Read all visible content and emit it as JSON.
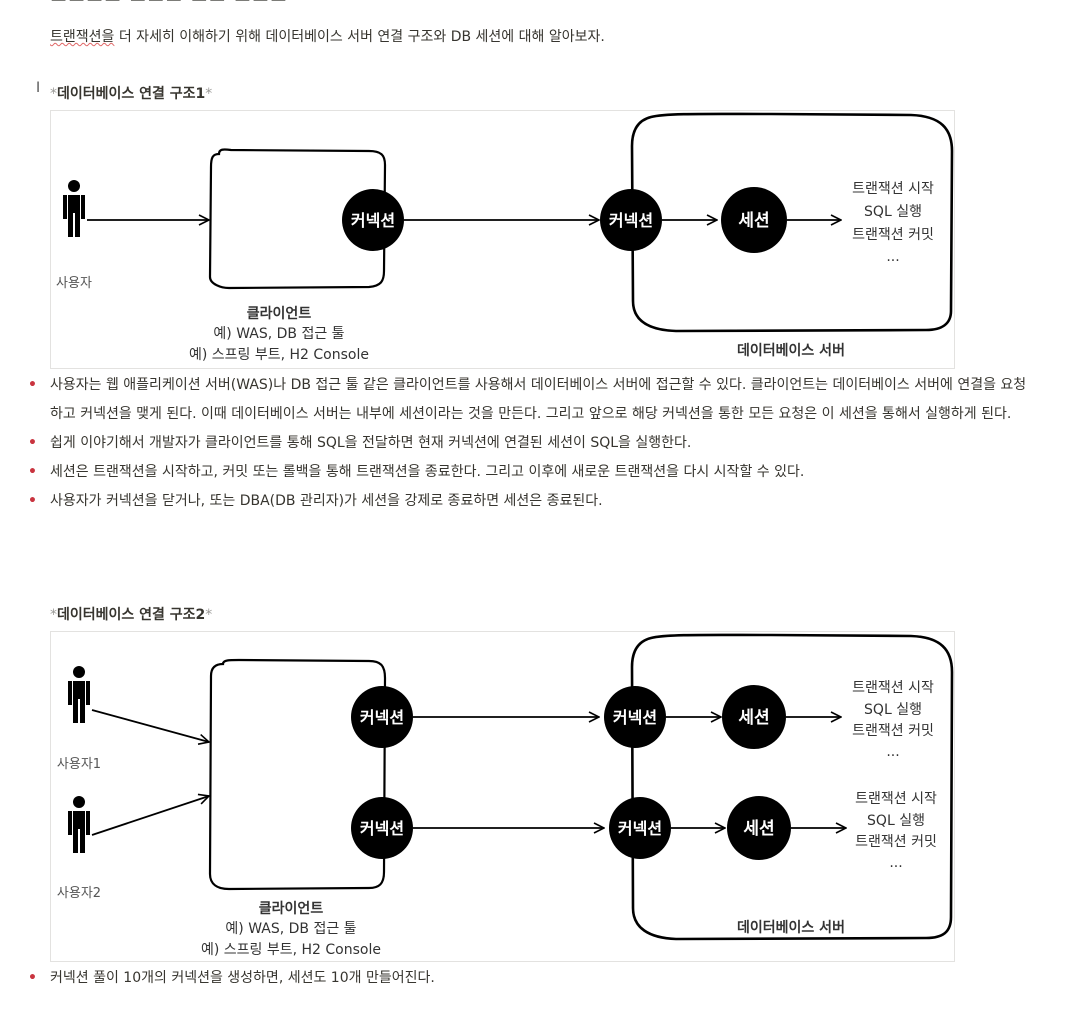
{
  "intro": {
    "squiggle_word": "트랜잭션을",
    "rest": " 더 자세히 이해하기 위해 데이터베이스 서버 연결 구조와 DB 세션에 대해 알아보자."
  },
  "figure1": {
    "caption": "데이터베이스 연결 구조1",
    "user_label": "사용자",
    "client_title": "클라이언트",
    "client_line1": "예) WAS, DB 접근 툴",
    "client_line2": "예) 스프링 부트, H2 Console",
    "db_label": "데이터베이스 서버",
    "connection_label": "커넥션",
    "session_label": "세션",
    "tx_lines": [
      "트랜잭션 시작",
      "SQL 실행",
      "트랜잭션 커밋",
      "..."
    ]
  },
  "bullets1": [
    "사용자는 웹 애플리케이션 서버(WAS)나 DB 접근 툴 같은 클라이언트를 사용해서 데이터베이스 서버에 접근할 수 있다. 클라이언트는 데이터베이스 서버에 연결을 요청하고 커넥션을 맺게 된다. 이때 데이터베이스 서버는 내부에 세션이라는 것을 만든다. 그리고 앞으로 해당 커넥션을 통한 모든 요청은 이 세션을 통해서 실행하게 된다.",
    "쉽게 이야기해서 개발자가 클라이언트를 통해 SQL을 전달하면 현재 커넥션에 연결된 세션이 SQL을 실행한다.",
    "세션은 트랜잭션을 시작하고, 커밋 또는 롤백을 통해 트랜잭션을 종료한다. 그리고 이후에 새로운 트랜잭션을 다시 시작할 수 있다.",
    "사용자가 커넥션을 닫거나, 또는 DBA(DB 관리자)가 세션을 강제로 종료하면 세션은 종료된다."
  ],
  "figure2": {
    "caption": "데이터베이스 연결 구조2",
    "user1_label": "사용자1",
    "user2_label": "사용자2",
    "client_title": "클라이언트",
    "client_line1": "예) WAS, DB 접근 툴",
    "client_line2": "예) 스프링 부트, H2 Console",
    "db_label": "데이터베이스 서버",
    "connection_label": "커넥션",
    "session_label": "세션",
    "tx_lines": [
      "트랜잭션 시작",
      "SQL 실행",
      "트랜잭션 커밋",
      "..."
    ]
  },
  "bullets2": [
    "커넥션 풀이 10개의 커넥션을 생성하면, 세션도 10개 만들어진다."
  ],
  "bullet_marker": "•",
  "caption_star": "*",
  "cursor_glyph": "I"
}
